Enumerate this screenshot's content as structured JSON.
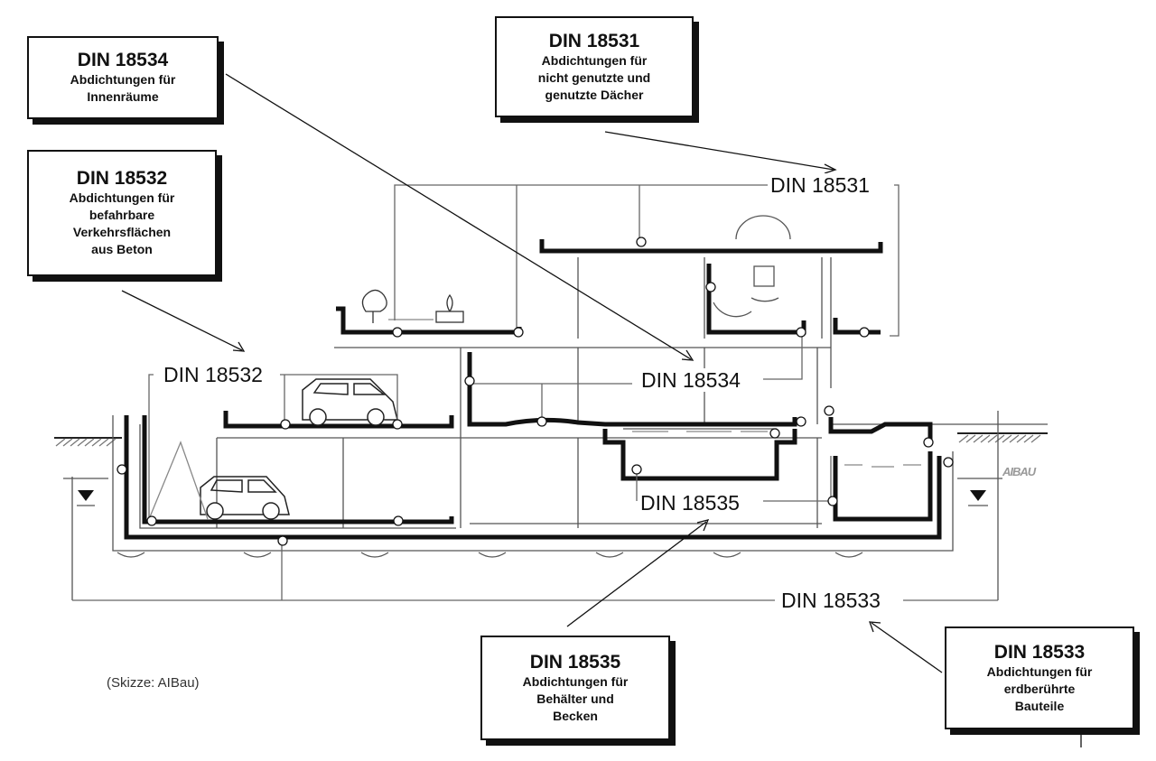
{
  "callouts": [
    {
      "id": "din18534",
      "title": "DIN 18534",
      "desc": "Abdichtungen für\nInnenräume"
    },
    {
      "id": "din18531",
      "title": "DIN 18531",
      "desc": "Abdichtungen für\nnicht genutzte und\ngenutzte Dächer"
    },
    {
      "id": "din18532",
      "title": "DIN 18532",
      "desc": "Abdichtungen für\nbefahrbare\nVerkehrsflächen\naus Beton"
    },
    {
      "id": "din18535",
      "title": "DIN 18535",
      "desc": "Abdichtungen für\nBehälter und\nBecken"
    },
    {
      "id": "din18533",
      "title": "DIN 18533",
      "desc": "Abdichtungen für\nerdberührte\nBauteile"
    }
  ],
  "labels": {
    "din18531": "DIN 18531",
    "din18532": "DIN 18532",
    "din18534": "DIN 18534",
    "din18535": "DIN 18535",
    "din18533": "DIN 18533"
  },
  "credit": "(Skizze: AIBau)",
  "logo": "AIBAU"
}
